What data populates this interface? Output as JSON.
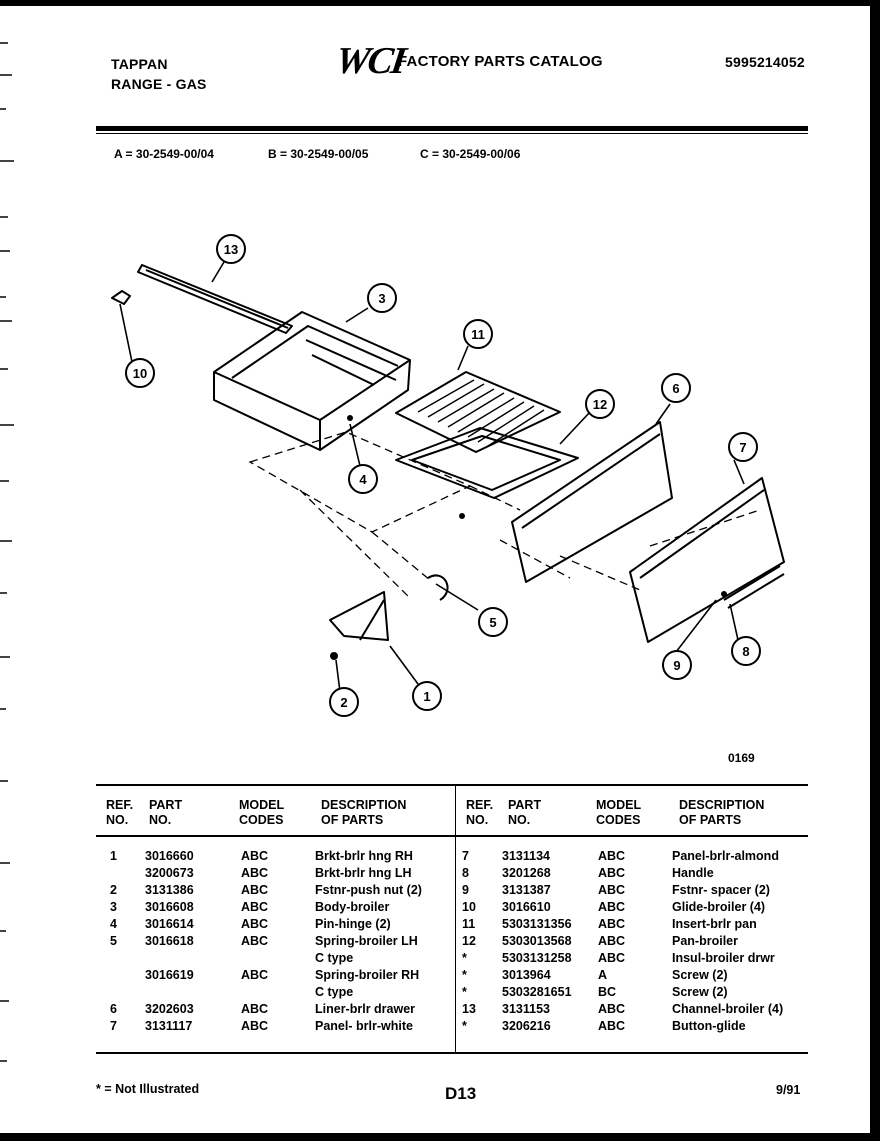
{
  "header": {
    "brand": "TAPPAN",
    "product": "RANGE - GAS",
    "logo": "WCI",
    "catalog_title": "FACTORY PARTS CATALOG",
    "catalog_number": "5995214052"
  },
  "models": {
    "a": "A = 30-2549-00/04",
    "b": "B = 30-2549-00/05",
    "c": "C = 30-2549-00/06"
  },
  "diagram": {
    "figure_number": "0169",
    "callouts": [
      "13",
      "3",
      "11",
      "10",
      "12",
      "6",
      "7",
      "4",
      "5",
      "2",
      "1",
      "9",
      "8"
    ]
  },
  "table": {
    "headers": {
      "ref_1": "REF.",
      "ref_2": "NO.",
      "part_1": "PART",
      "part_2": "NO.",
      "model_1": "MODEL",
      "model_2": "CODES",
      "desc_1": "DESCRIPTION",
      "desc_2": "OF PARTS"
    },
    "left": [
      {
        "ref": "1",
        "part": "3016660",
        "codes": "ABC",
        "desc": "Brkt-brlr hng RH"
      },
      {
        "ref": "",
        "part": "3200673",
        "codes": "ABC",
        "desc": "Brkt-brlr hng LH"
      },
      {
        "ref": "2",
        "part": "3131386",
        "codes": "ABC",
        "desc": "Fstnr-push nut (2)"
      },
      {
        "ref": "3",
        "part": "3016608",
        "codes": "ABC",
        "desc": "Body-broiler"
      },
      {
        "ref": "4",
        "part": "3016614",
        "codes": "ABC",
        "desc": "Pin-hinge (2)"
      },
      {
        "ref": "5",
        "part": "3016618",
        "codes": "ABC",
        "desc": "Spring-broiler LH"
      },
      {
        "ref": "",
        "part": "",
        "codes": "",
        "desc": "C type"
      },
      {
        "ref": "",
        "part": "3016619",
        "codes": "ABC",
        "desc": "Spring-broiler RH"
      },
      {
        "ref": "",
        "part": "",
        "codes": "",
        "desc": "C type"
      },
      {
        "ref": "6",
        "part": "3202603",
        "codes": "ABC",
        "desc": "Liner-brlr drawer"
      },
      {
        "ref": "7",
        "part": "3131117",
        "codes": "ABC",
        "desc": "Panel- brlr-white"
      }
    ],
    "right": [
      {
        "ref": "7",
        "part": "3131134",
        "codes": "ABC",
        "desc": "Panel-brlr-almond"
      },
      {
        "ref": "8",
        "part": "3201268",
        "codes": "ABC",
        "desc": "Handle"
      },
      {
        "ref": "9",
        "part": "3131387",
        "codes": "ABC",
        "desc": "Fstnr- spacer (2)"
      },
      {
        "ref": "10",
        "part": "3016610",
        "codes": "ABC",
        "desc": "Glide-broiler (4)"
      },
      {
        "ref": "11",
        "part": "5303131356",
        "codes": "ABC",
        "desc": "Insert-brlr pan"
      },
      {
        "ref": "12",
        "part": "5303013568",
        "codes": "ABC",
        "desc": "Pan-broiler"
      },
      {
        "ref": "*",
        "part": "5303131258",
        "codes": "ABC",
        "desc": "Insul-broiler drwr"
      },
      {
        "ref": "*",
        "part": "3013964",
        "codes": "A",
        "desc": "Screw (2)"
      },
      {
        "ref": "*",
        "part": "5303281651",
        "codes": "BC",
        "desc": "Screw (2)"
      },
      {
        "ref": "13",
        "part": "3131153",
        "codes": "ABC",
        "desc": "Channel-broiler (4)"
      },
      {
        "ref": "*",
        "part": "3206216",
        "codes": "ABC",
        "desc": "Button-glide"
      }
    ]
  },
  "footer": {
    "note": "* = Not Illustrated",
    "page": "D13",
    "date": "9/91"
  }
}
